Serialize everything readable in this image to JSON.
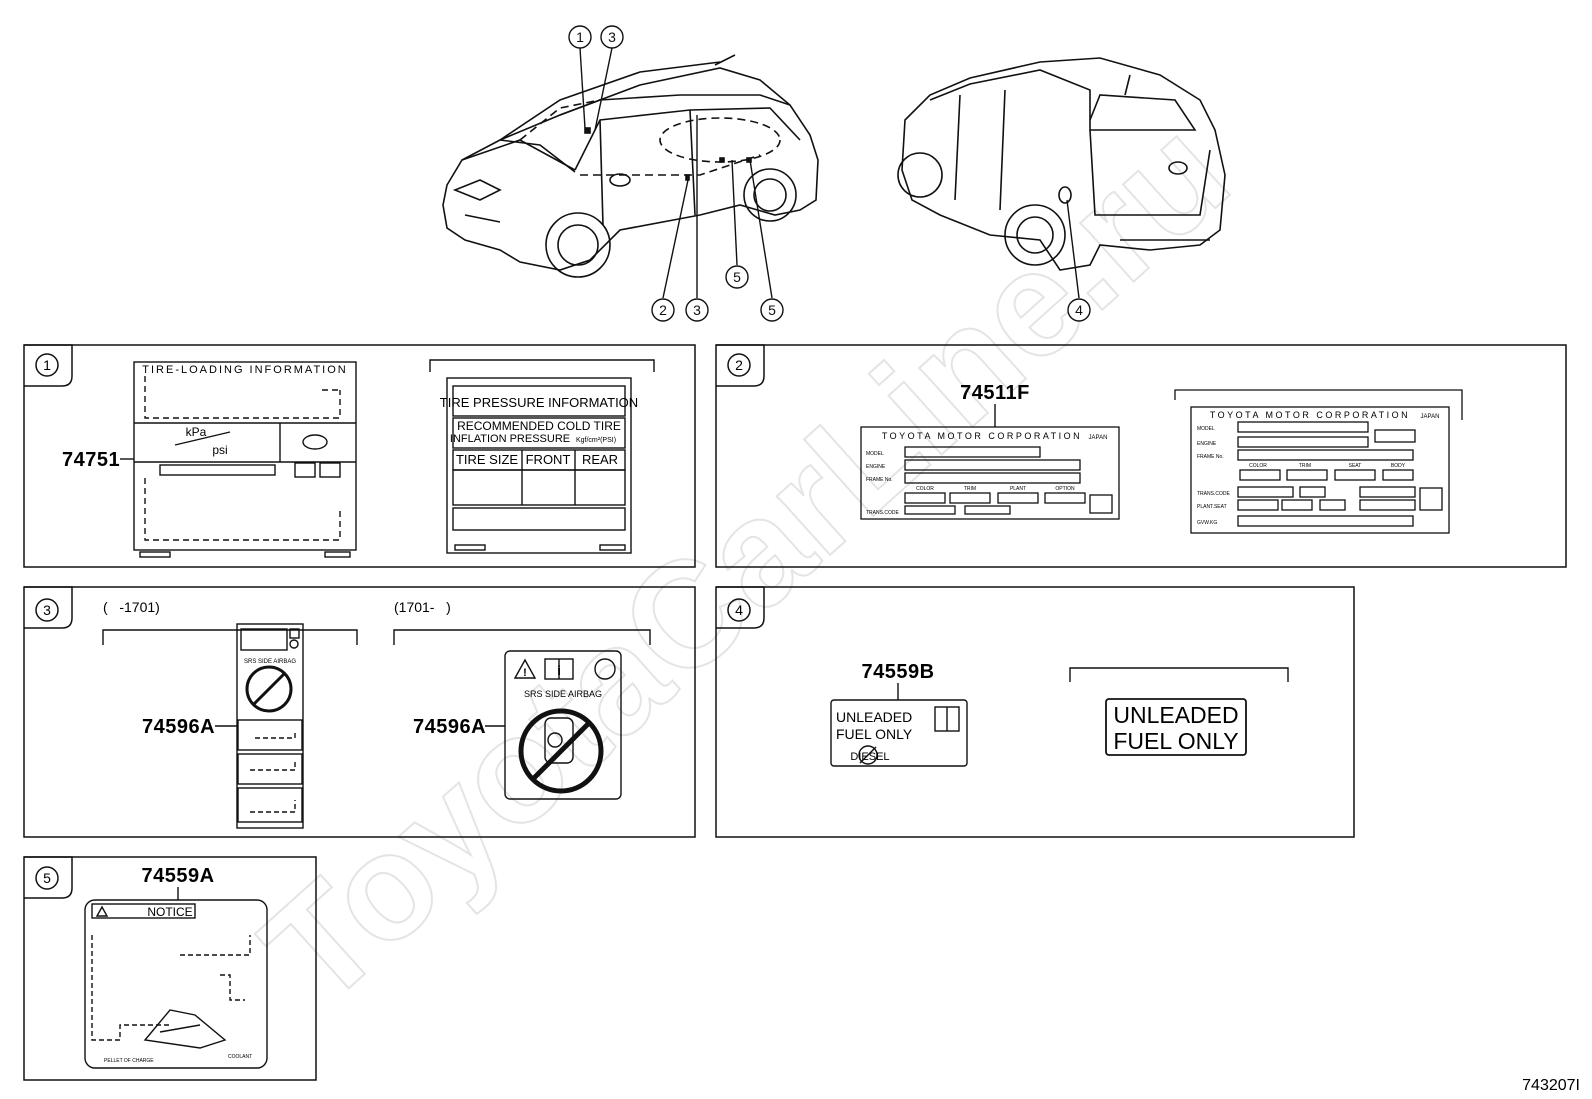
{
  "diagram": {
    "figure_number": "743207I",
    "watermark": "ToyotaCarLine.ru",
    "callouts": [
      "1",
      "2",
      "3",
      "4",
      "5"
    ],
    "panels": [
      {
        "index": "1",
        "labels": [
          {
            "part_number": "74751",
            "title": "TIRE-LOADING INFORMATION",
            "units": [
              "kPa",
              "psi"
            ]
          },
          {
            "title": "TIRE PRESSURE INFORMATION",
            "subtitle_1": "RECOMMENDED COLD TIRE",
            "subtitle_2": "INFLATION PRESSURE",
            "subtitle_unit": "Kgf/cm²(PSI)",
            "columns": [
              "TIRE SIZE",
              "FRONT",
              "REAR"
            ]
          }
        ]
      },
      {
        "index": "2",
        "labels": [
          {
            "part_number": "74511F",
            "title": "TOYOTA MOTOR CORPORATION",
            "origin": "JAPAN",
            "fields": [
              "MODEL",
              "ENGINE",
              "FRAME No."
            ],
            "boxes": [
              "COLOR",
              "TRIM",
              "PLANT",
              "OPTION"
            ],
            "footer": "TRANS.CODE"
          },
          {
            "title": "TOYOTA MOTOR CORPORATION",
            "origin": "JAPAN",
            "fields": [
              "MODEL",
              "ENGINE",
              "FRAME No."
            ],
            "boxes": [
              "COLOR",
              "TRIM",
              "SEAT",
              "BODY"
            ],
            "rows": [
              "TRANS.CODE",
              "PLANT.SEAT",
              "GVW.KG"
            ]
          }
        ]
      },
      {
        "index": "3",
        "ranges": [
          "(   -1701)",
          "(1701-   )"
        ],
        "labels": [
          {
            "part_number": "74596A",
            "caption": "SRS SIDE AIRBAG"
          },
          {
            "part_number": "74596A",
            "caption": "SRS SIDE AIRBAG"
          }
        ]
      },
      {
        "index": "4",
        "labels": [
          {
            "part_number": "74559B",
            "text_1": "UNLEADED",
            "text_2": "FUEL ONLY",
            "text_3": "DIESEL"
          },
          {
            "text_1": "UNLEADED",
            "text_2": "FUEL ONLY"
          }
        ]
      },
      {
        "index": "5",
        "labels": [
          {
            "part_number": "74559A",
            "heading": "NOTICE",
            "foot_left": "PELLET OF CHARGE",
            "foot_right": "COOLANT"
          }
        ]
      }
    ]
  },
  "colors": {
    "ink": "#111111",
    "background": "#ffffff",
    "watermark": "#d8d8d8"
  }
}
